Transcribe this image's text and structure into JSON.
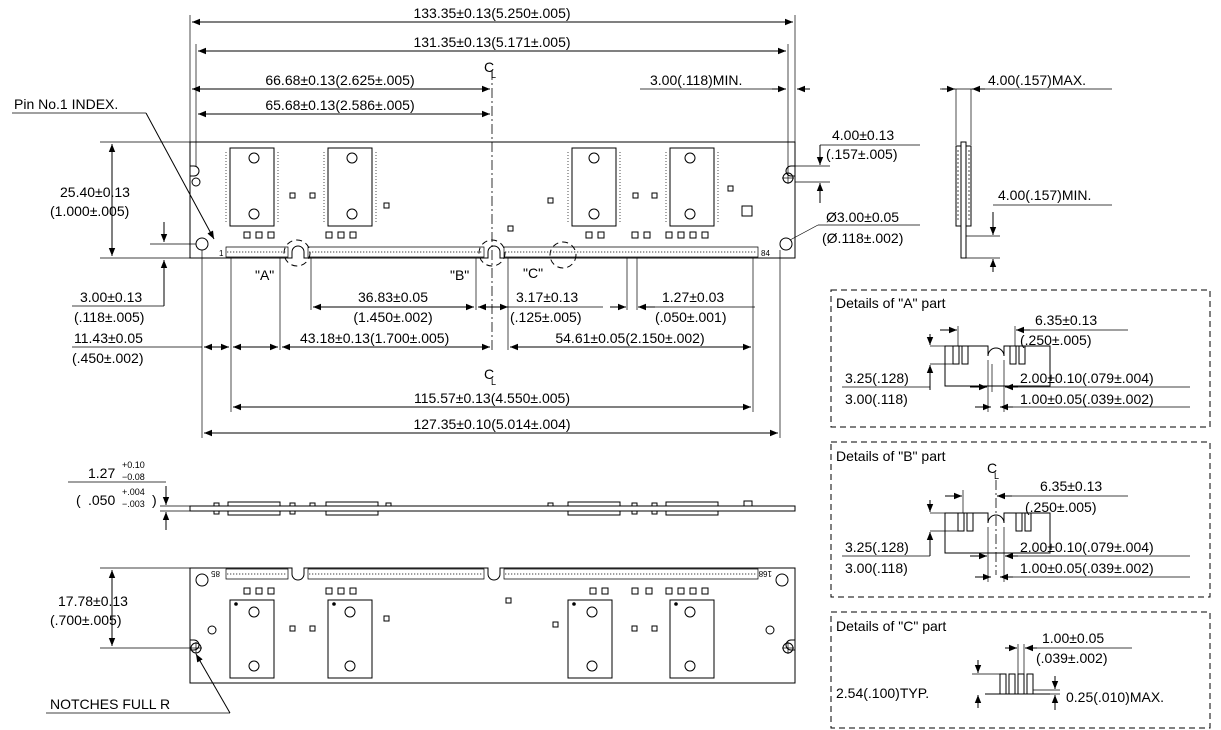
{
  "dims": {
    "d_total_top": "133.35±0.13(5.250±.005)",
    "d_hole_span": "131.35±0.13(5.171±.005)",
    "d_half_left": "66.68±0.13(2.625±.005)",
    "d_half_hole": "65.68±0.13(2.586±.005)",
    "d_right_min": "3.00(.118)MIN.",
    "d_thick_max": "4.00(.157)MAX.",
    "d_right_hole_1": "4.00±0.13",
    "d_right_hole_2": "(.157±.005)",
    "d_side_min": "4.00(.157)MIN.",
    "d_hole_dia_1": "Ø3.00±0.05",
    "d_hole_dia_2": "(Ø.118±.002)",
    "d_height_1": "25.40±0.13",
    "d_height_2": "(1.000±.005)",
    "d_left_30_1": "3.00±0.13",
    "d_left_30_2": "(.118±.005)",
    "d_left_1143_1": "11.43±0.05",
    "d_left_1143_2": "(.450±.002)",
    "d_36_1": "36.83±0.05",
    "d_36_2": "(1.450±.002)",
    "d_317_1": "3.17±0.13",
    "d_317_2": "(.125±.005)",
    "d_127_1": "1.27±0.03",
    "d_127_2": "(.050±.001)",
    "d_4318": "43.18±0.13(1.700±.005)",
    "d_5461": "54.61±0.05(2.150±.002)",
    "d_11557": "115.57±0.13(4.550±.005)",
    "d_12735": "127.35±0.10(5.014±.004)",
    "d_thk_main": "1.27",
    "d_thk_sup": "+0.10",
    "d_thk_sub": "−0.08",
    "d_thk_main2": ".050",
    "d_thk_sup2": "+.004",
    "d_thk_sub2": "−.003",
    "d_1778_1": "17.78±0.13",
    "d_1778_2": "(.700±.005)"
  },
  "labels": {
    "pin1_index": "Pin No.1 INDEX.",
    "notches": "NOTCHES FULL R",
    "cl_symbol": "C",
    "cl_sub": "L",
    "mark_a": "\"A\"",
    "mark_b": "\"B\"",
    "mark_c": "\"C\"",
    "pin_1": "1",
    "pin_84": "84",
    "pin_85": "85",
    "pin_168": "168"
  },
  "details": {
    "a": {
      "title": "Details of \"A\" part",
      "d1": "6.35±0.13",
      "d1b": "(.250±.005)",
      "d2a": "3.25(.128)",
      "d2b": "3.00(.118)",
      "d3": "2.00±0.10(.079±.004)",
      "d4": "1.00±0.05(.039±.002)"
    },
    "b": {
      "title": "Details of \"B\" part",
      "d1": "6.35±0.13",
      "d1b": "(.250±.005)",
      "d2a": "3.25(.128)",
      "d2b": "3.00(.118)",
      "d3": "2.00±0.10(.079±.004)",
      "d4": "1.00±0.05(.039±.002)"
    },
    "c": {
      "title": "Details of \"C\" part",
      "d1": "1.00±0.05",
      "d1b": "(.039±.002)",
      "d2": "2.54(.100)TYP.",
      "d3": "0.25(.010)MAX."
    }
  }
}
